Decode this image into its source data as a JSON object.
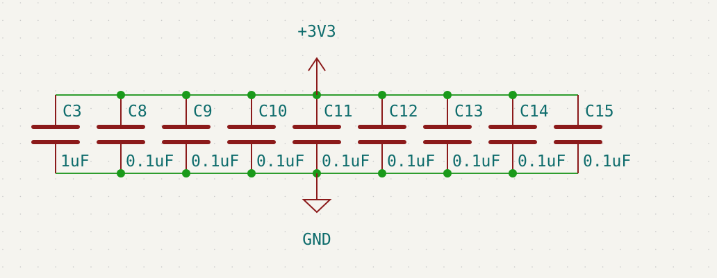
{
  "colors": {
    "background": "#f5f4ef",
    "wire": "#2e9d2e",
    "junction": "#1a9a1a",
    "component": "#8b1a1a",
    "label": "#0e6c6c",
    "grid_dot": "#c8c8c8"
  },
  "power": {
    "top_net": "+3V3",
    "bottom_net": "GND",
    "top_symbol": "power-arrow-icon",
    "bottom_symbol": "ground-triangle-icon"
  },
  "capacitors": [
    {
      "ref": "C3",
      "value": "1uF"
    },
    {
      "ref": "C8",
      "value": "0.1uF"
    },
    {
      "ref": "C9",
      "value": "0.1uF"
    },
    {
      "ref": "C10",
      "value": "0.1uF"
    },
    {
      "ref": "C11",
      "value": "0.1uF"
    },
    {
      "ref": "C12",
      "value": "0.1uF"
    },
    {
      "ref": "C13",
      "value": "0.1uF"
    },
    {
      "ref": "C14",
      "value": "0.1uF"
    },
    {
      "ref": "C15",
      "value": "0.1uF"
    }
  ]
}
